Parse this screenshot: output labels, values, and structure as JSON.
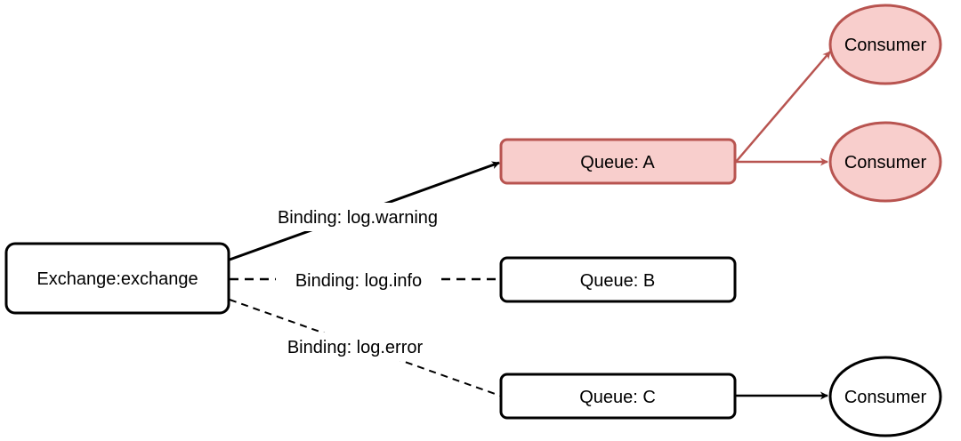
{
  "colors": {
    "highlight_fill": "#f8cecc",
    "highlight_stroke": "#b85450",
    "default_fill": "#ffffff",
    "default_stroke": "#000000"
  },
  "nodes": {
    "exchange": {
      "label": "Exchange:exchange"
    },
    "queue_a": {
      "label": "Queue: A"
    },
    "queue_b": {
      "label": "Queue: B"
    },
    "queue_c": {
      "label": "Queue: C"
    },
    "consumer_a1": {
      "label": "Consumer"
    },
    "consumer_a2": {
      "label": "Consumer"
    },
    "consumer_c": {
      "label": "Consumer"
    }
  },
  "edges": {
    "binding_warning": {
      "label": "Binding: log.warning",
      "style": "solid"
    },
    "binding_info": {
      "label": "Binding: log.info",
      "style": "dashed"
    },
    "binding_error": {
      "label": "Binding: log.error",
      "style": "dashed"
    }
  }
}
